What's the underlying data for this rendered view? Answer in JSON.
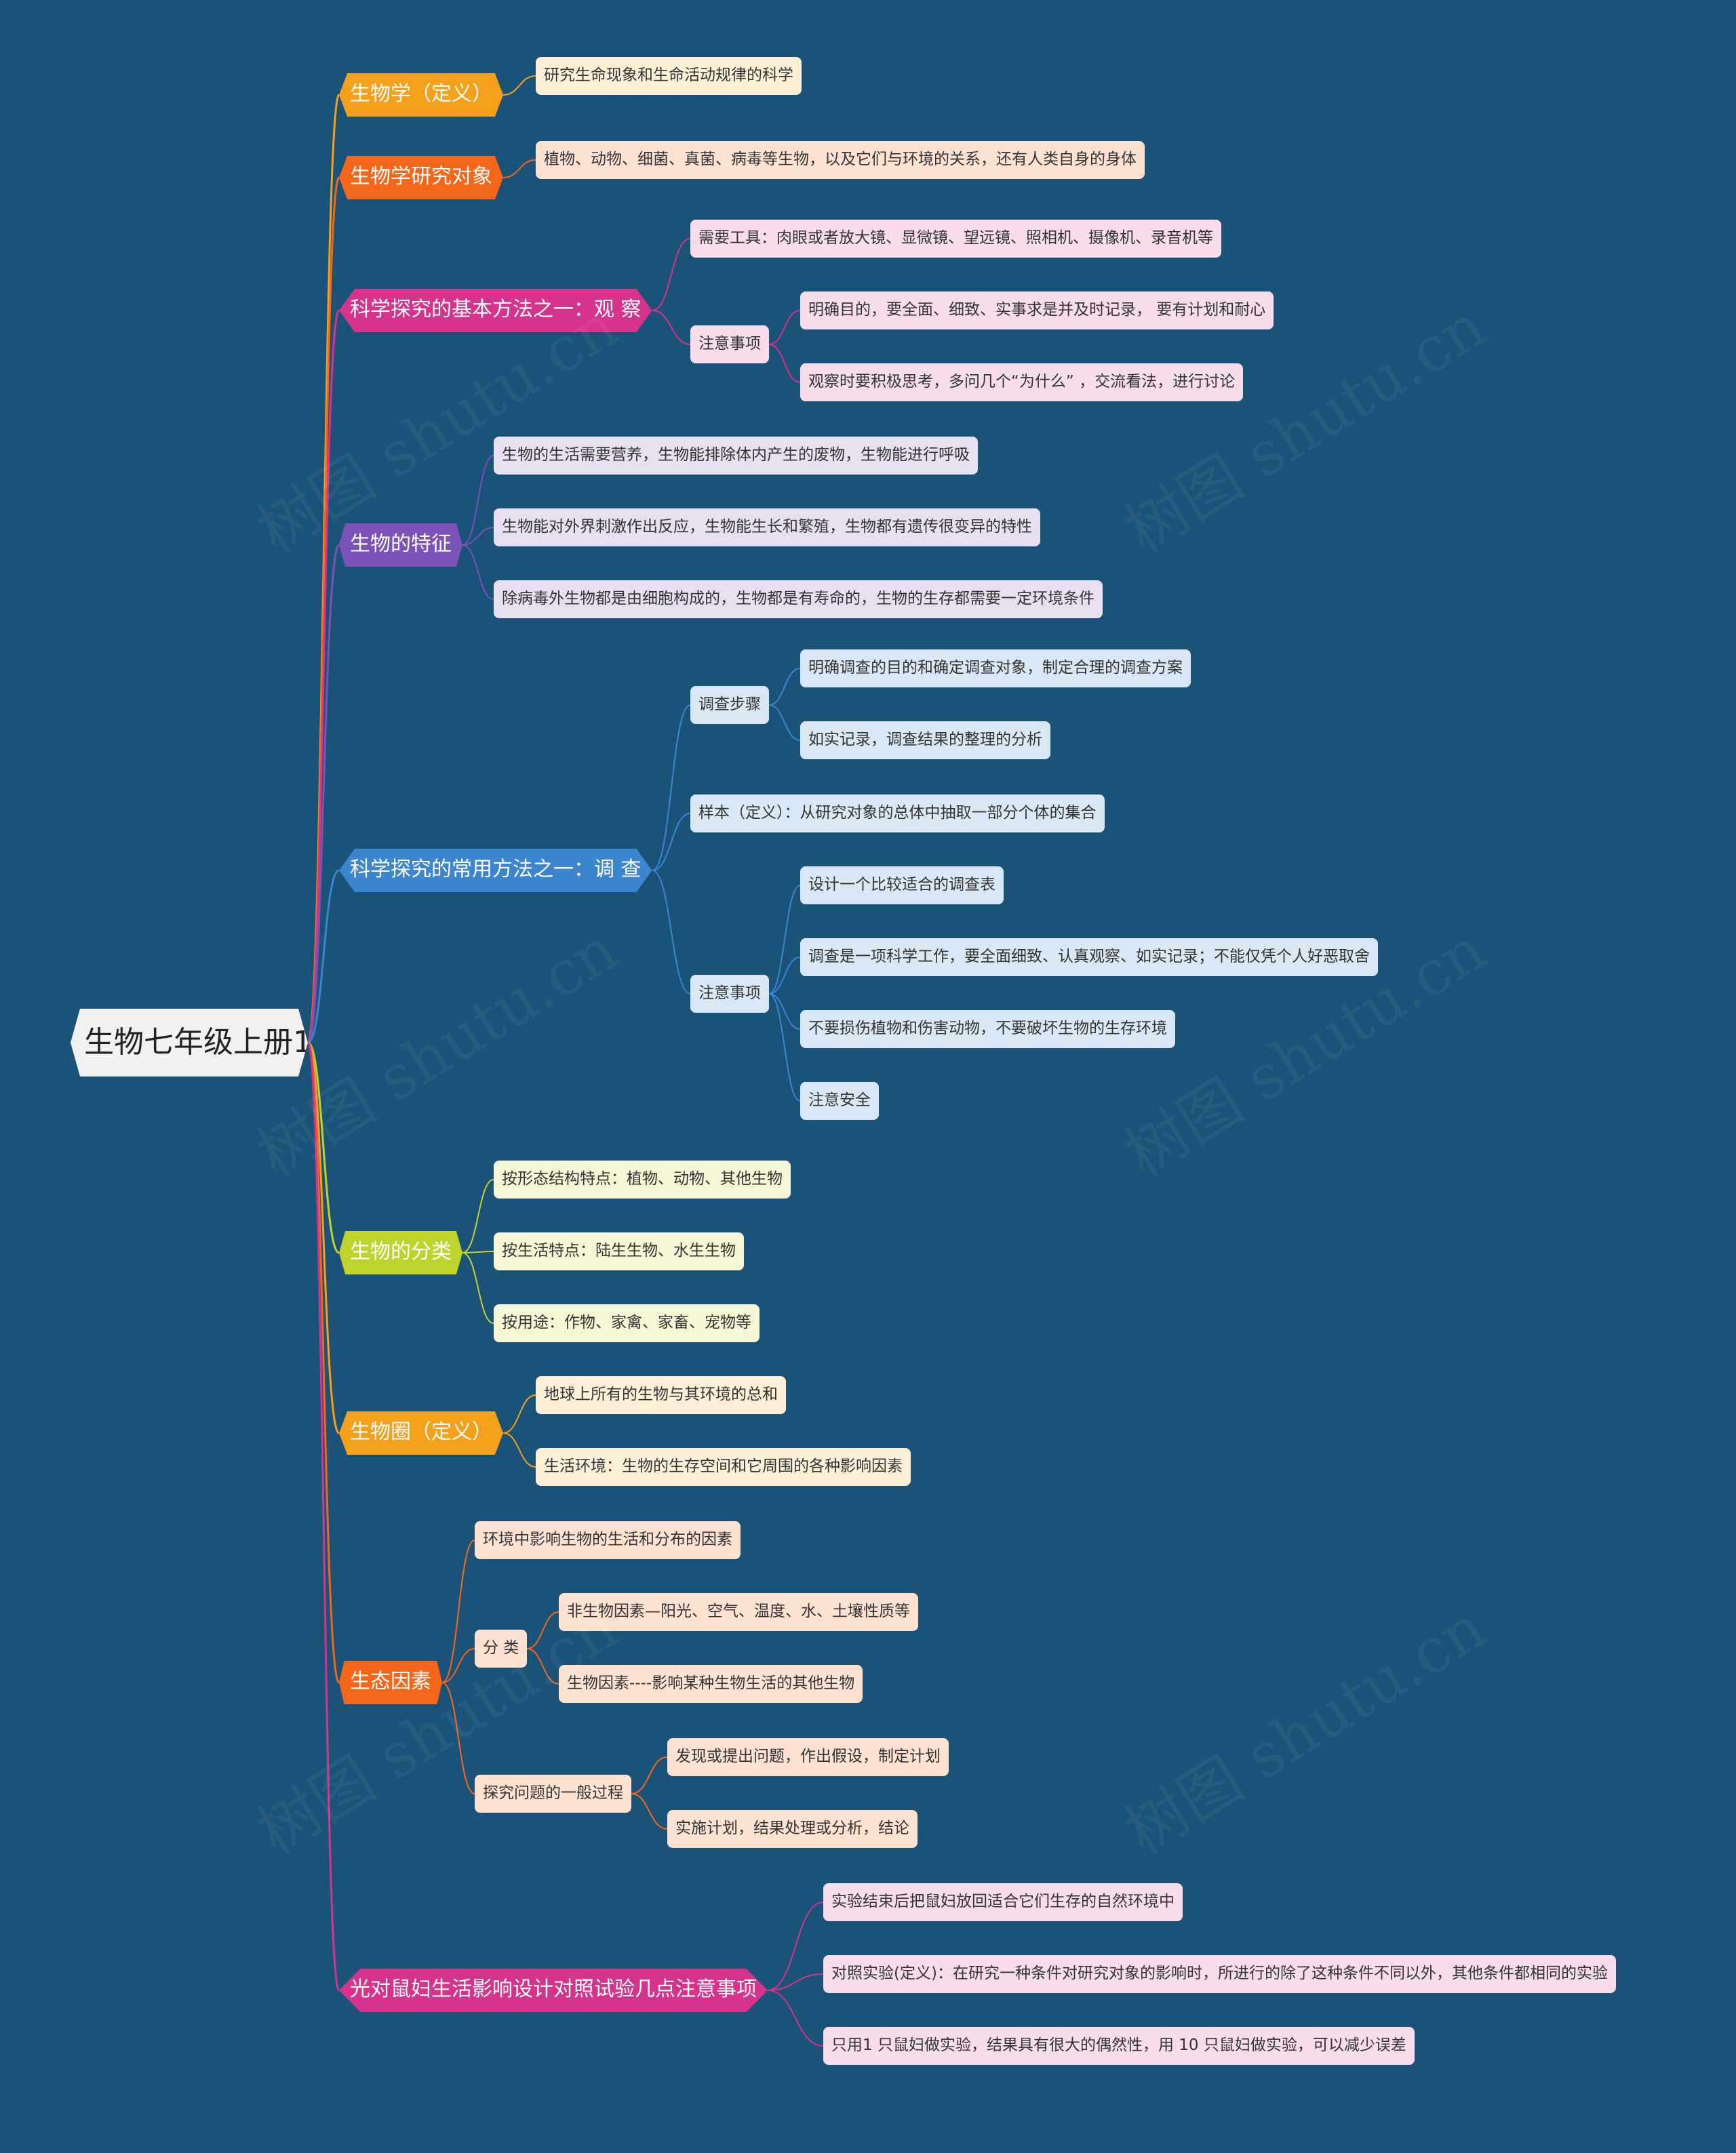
{
  "root": {
    "label": "生物七年级上册1"
  },
  "branches": [
    {
      "label": "生物学（定义）",
      "color": "#f5a01a",
      "children": [
        {
          "label": "研究生命现象和生命活动规律的科学"
        }
      ]
    },
    {
      "label": "生物学研究对象",
      "color": "#f4671b",
      "children": [
        {
          "label": "植物、动物、细菌、真菌、病毒等生物，以及它们与环境的关系，还有人类自身的身体"
        }
      ]
    },
    {
      "label": "科学探究的基本方法之一：观 察",
      "color": "#d6338c",
      "children": [
        {
          "label": "需要工具：肉眼或者放大镜、显微镜、望远镜、照相机、摄像机、录音机等"
        },
        {
          "label": "注意事项",
          "children": [
            {
              "label": "明确目的，要全面、细致、实事求是并及时记录， 要有计划和耐心"
            },
            {
              "label": "观察时要积极思考，多问几个“为什么” ，交流看法，进行讨论"
            }
          ]
        }
      ]
    },
    {
      "label": "生物的特征",
      "color": "#7b52b8",
      "children": [
        {
          "label": "生物的生活需要营养，生物能排除体内产生的废物，生物能进行呼吸"
        },
        {
          "label": "生物能对外界刺激作出反应，生物能生长和繁殖，生物都有遗传很变异的特性"
        },
        {
          "label": "除病毒外生物都是由细胞构成的，生物都是有寿命的，生物的生存都需要一定环境条件"
        }
      ]
    },
    {
      "label": "科学探究的常用方法之一：调 查",
      "color": "#3b86cf",
      "children": [
        {
          "label": "调查步骤",
          "children": [
            {
              "label": "明确调查的目的和确定调查对象，制定合理的调查方案"
            },
            {
              "label": "如实记录，调查结果的整理的分析"
            }
          ]
        },
        {
          "label": "样本（定义）：从研究对象的总体中抽取一部分个体的集合"
        },
        {
          "label": "注意事项",
          "children": [
            {
              "label": "设计一个比较适合的调查表"
            },
            {
              "label": "调查是一项科学工作，要全面细致、认真观察、如实记录；不能仅凭个人好恶取舍"
            },
            {
              "label": "不要损伤植物和伤害动物，不要破坏生物的生存环境"
            },
            {
              "label": "注意安全"
            }
          ]
        }
      ]
    },
    {
      "label": "生物的分类",
      "color": "#bfd32d",
      "children": [
        {
          "label": "按形态结构特点：植物、动物、其他生物"
        },
        {
          "label": "按生活特点：陆生生物、水生生物"
        },
        {
          "label": "按用途：作物、家禽、家畜、宠物等"
        }
      ]
    },
    {
      "label": "生物圈（定义）",
      "color": "#f5a01a",
      "children": [
        {
          "label": "地球上所有的生物与其环境的总和"
        },
        {
          "label": "生活环境：生物的生存空间和它周围的各种影响因素"
        }
      ]
    },
    {
      "label": "生态因素",
      "color": "#f4671b",
      "children": [
        {
          "label": "环境中影响生物的生活和分布的因素"
        },
        {
          "label": "分 类",
          "children": [
            {
              "label": "非生物因素—阳光、空气、温度、水、土壤性质等"
            },
            {
              "label": "生物因素----影响某种生物生活的其他生物"
            }
          ]
        },
        {
          "label": "探究问题的一般过程",
          "children": [
            {
              "label": "发现或提出问题，作出假设，制定计划"
            },
            {
              "label": "实施计划，结果处理或分析，结论"
            }
          ]
        }
      ]
    },
    {
      "label": "光对鼠妇生活影响设计对照试验几点注意事项",
      "color": "#d6338c",
      "children": [
        {
          "label": "实验结束后把鼠妇放回适合它们生存的自然环境中"
        },
        {
          "label": "对照实验(定义)：在研究一种条件对研究对象的影响时，所进行的除了这种条件不同以外，其他条件都相同的实验"
        },
        {
          "label": "只用1 只鼠妇做实验，结果具有很大的偶然性，用 10 只鼠妇做实验，可以减少误差"
        }
      ]
    }
  ],
  "style": {
    "background": "#1a5278",
    "tints": {
      "#f5a01a": "#fdf0d6",
      "#f4671b": "#fde2d2",
      "#d6338c": "#f7dcec",
      "#7b52b8": "#e6e0f2",
      "#3b86cf": "#d9e8f5",
      "#bfd32d": "#f4f6d6"
    }
  }
}
